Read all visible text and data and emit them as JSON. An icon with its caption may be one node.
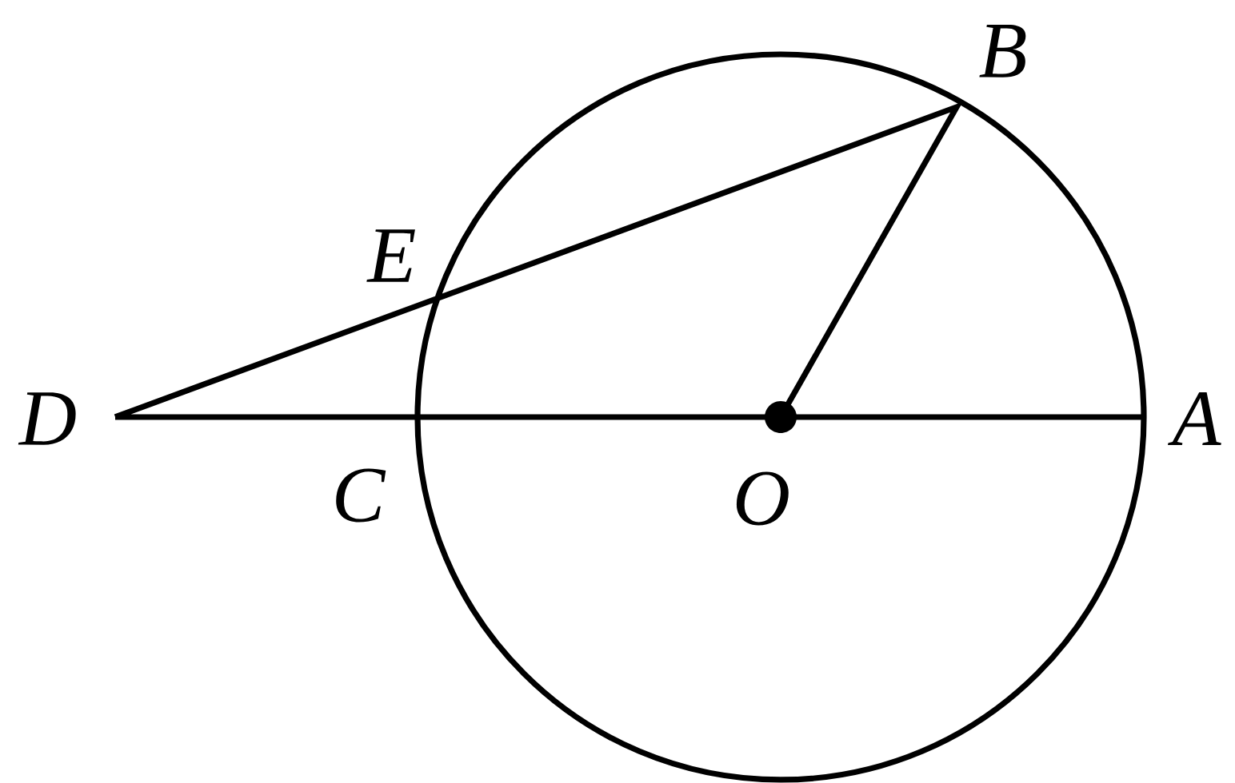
{
  "diagram": {
    "labels": [
      "B",
      "E",
      "D",
      "A",
      "C",
      "O"
    ]
  }
}
